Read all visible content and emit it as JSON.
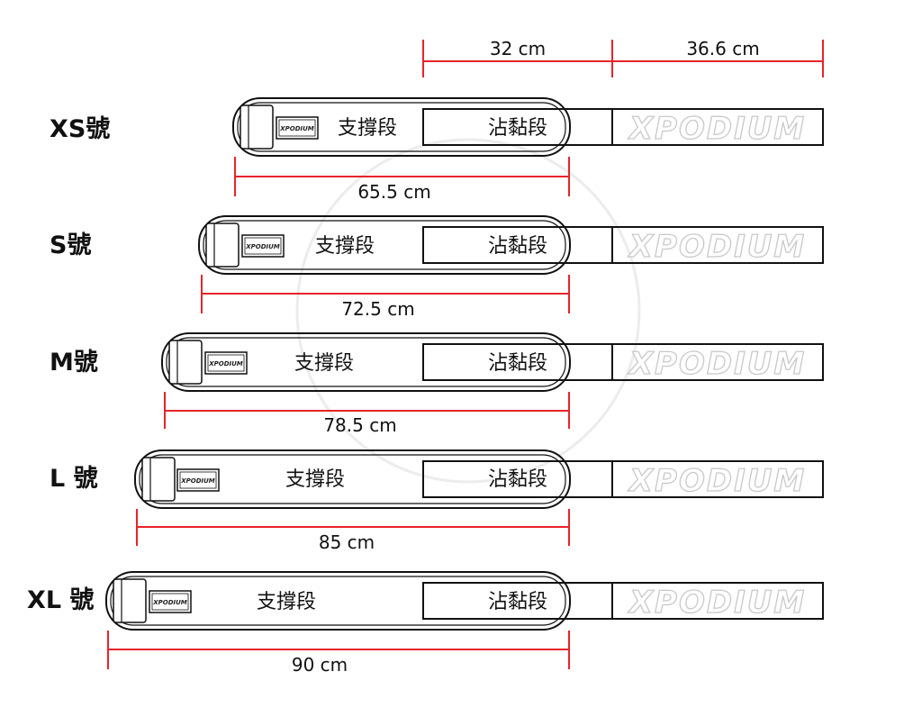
{
  "top_dimensions": [
    {
      "label": "32 cm"
    },
    {
      "label": "36.6 cm"
    }
  ],
  "belts": [
    {
      "size_label": "XS號",
      "length_label": "65.5 cm",
      "support_label": "支撐段",
      "velcro_label": "沾黏段",
      "logo_label": "XPODIUM",
      "brand_label": "XPODIUM"
    },
    {
      "size_label": "S號",
      "length_label": "72.5 cm",
      "support_label": "支撐段",
      "velcro_label": "沾黏段",
      "logo_label": "XPODIUM",
      "brand_label": "XPODIUM"
    },
    {
      "size_label": "M號",
      "length_label": "78.5 cm",
      "support_label": "支撐段",
      "velcro_label": "沾黏段",
      "logo_label": "XPODIUM",
      "brand_label": "XPODIUM"
    },
    {
      "size_label": "L 號",
      "length_label": "85 cm",
      "support_label": "支撐段",
      "velcro_label": "沾黏段",
      "logo_label": "XPODIUM",
      "brand_label": "XPODIUM"
    },
    {
      "size_label": "XL 號",
      "length_label": "90 cm",
      "support_label": "支撐段",
      "velcro_label": "沾黏段",
      "logo_label": "XPODIUM",
      "brand_label": "XPODIUM"
    }
  ],
  "colors": {
    "dimension_line": "#e8242a",
    "outline": "#111111",
    "watermark": "#ececec"
  }
}
